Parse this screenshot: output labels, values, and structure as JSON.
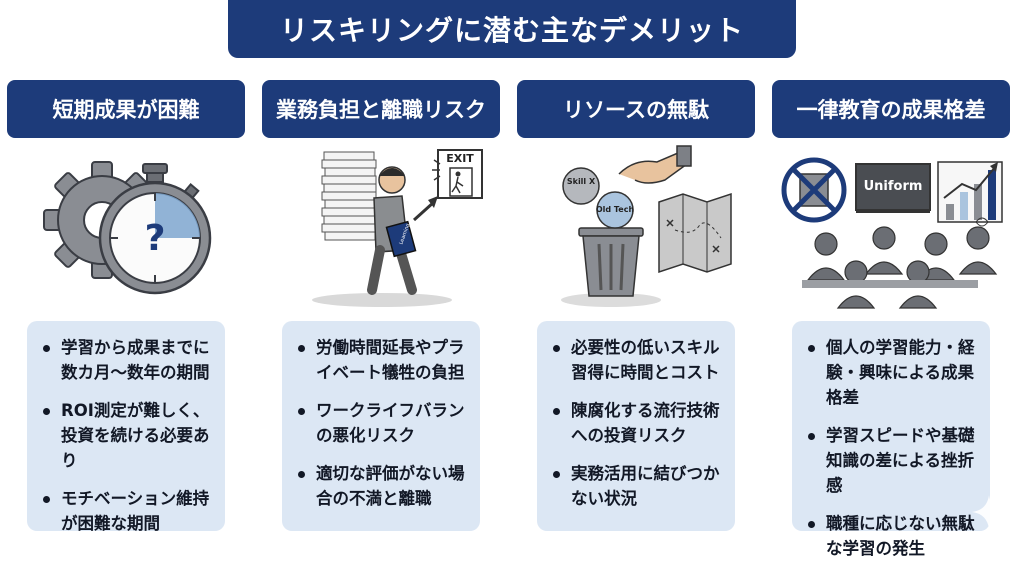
{
  "title": "リスキリングに潜む主なデメリット",
  "columns": [
    {
      "header": "短期成果が困難",
      "icon": "gear-stopwatch-question-icon",
      "bullets": [
        "学習から成果までに数カ月〜数年の期間",
        "ROI測定が難しく、投資を続ける必要あり",
        "モチベーション維持が困難な期間"
      ]
    },
    {
      "header": "業務負担と離職リスク",
      "icon": "overloaded-worker-exit-icon",
      "illustration_labels": {
        "exit": "EXIT",
        "book": "Learning"
      },
      "bullets": [
        "労働時間延長やプライベート犠牲の負担",
        "ワークライフバランの悪化リスク",
        "適切な評価がない場合の不満と離職"
      ]
    },
    {
      "header": "リソースの無駄",
      "icon": "trash-can-old-skills-icon",
      "illustration_labels": {
        "skill": "Skill X",
        "tech": "Old Tech"
      },
      "bullets": [
        "必要性の低いスキル習得に時間とコスト",
        "陳腐化する流行技術への投資リスク",
        "実務活用に結びつかない状況"
      ]
    },
    {
      "header": "一律教育の成果格差",
      "icon": "classroom-uniform-icon",
      "illustration_labels": {
        "board": "Uniform"
      },
      "bullets": [
        "個人の学習能力・経験・興味による成果格差",
        "学習スピードや基礎知識の差による挫折感",
        "職種に応じない無駄な学習の発生"
      ]
    }
  ],
  "colors": {
    "primary": "#1d3b7a",
    "card": "#dce7f4",
    "accent": "#7ea6cf"
  }
}
